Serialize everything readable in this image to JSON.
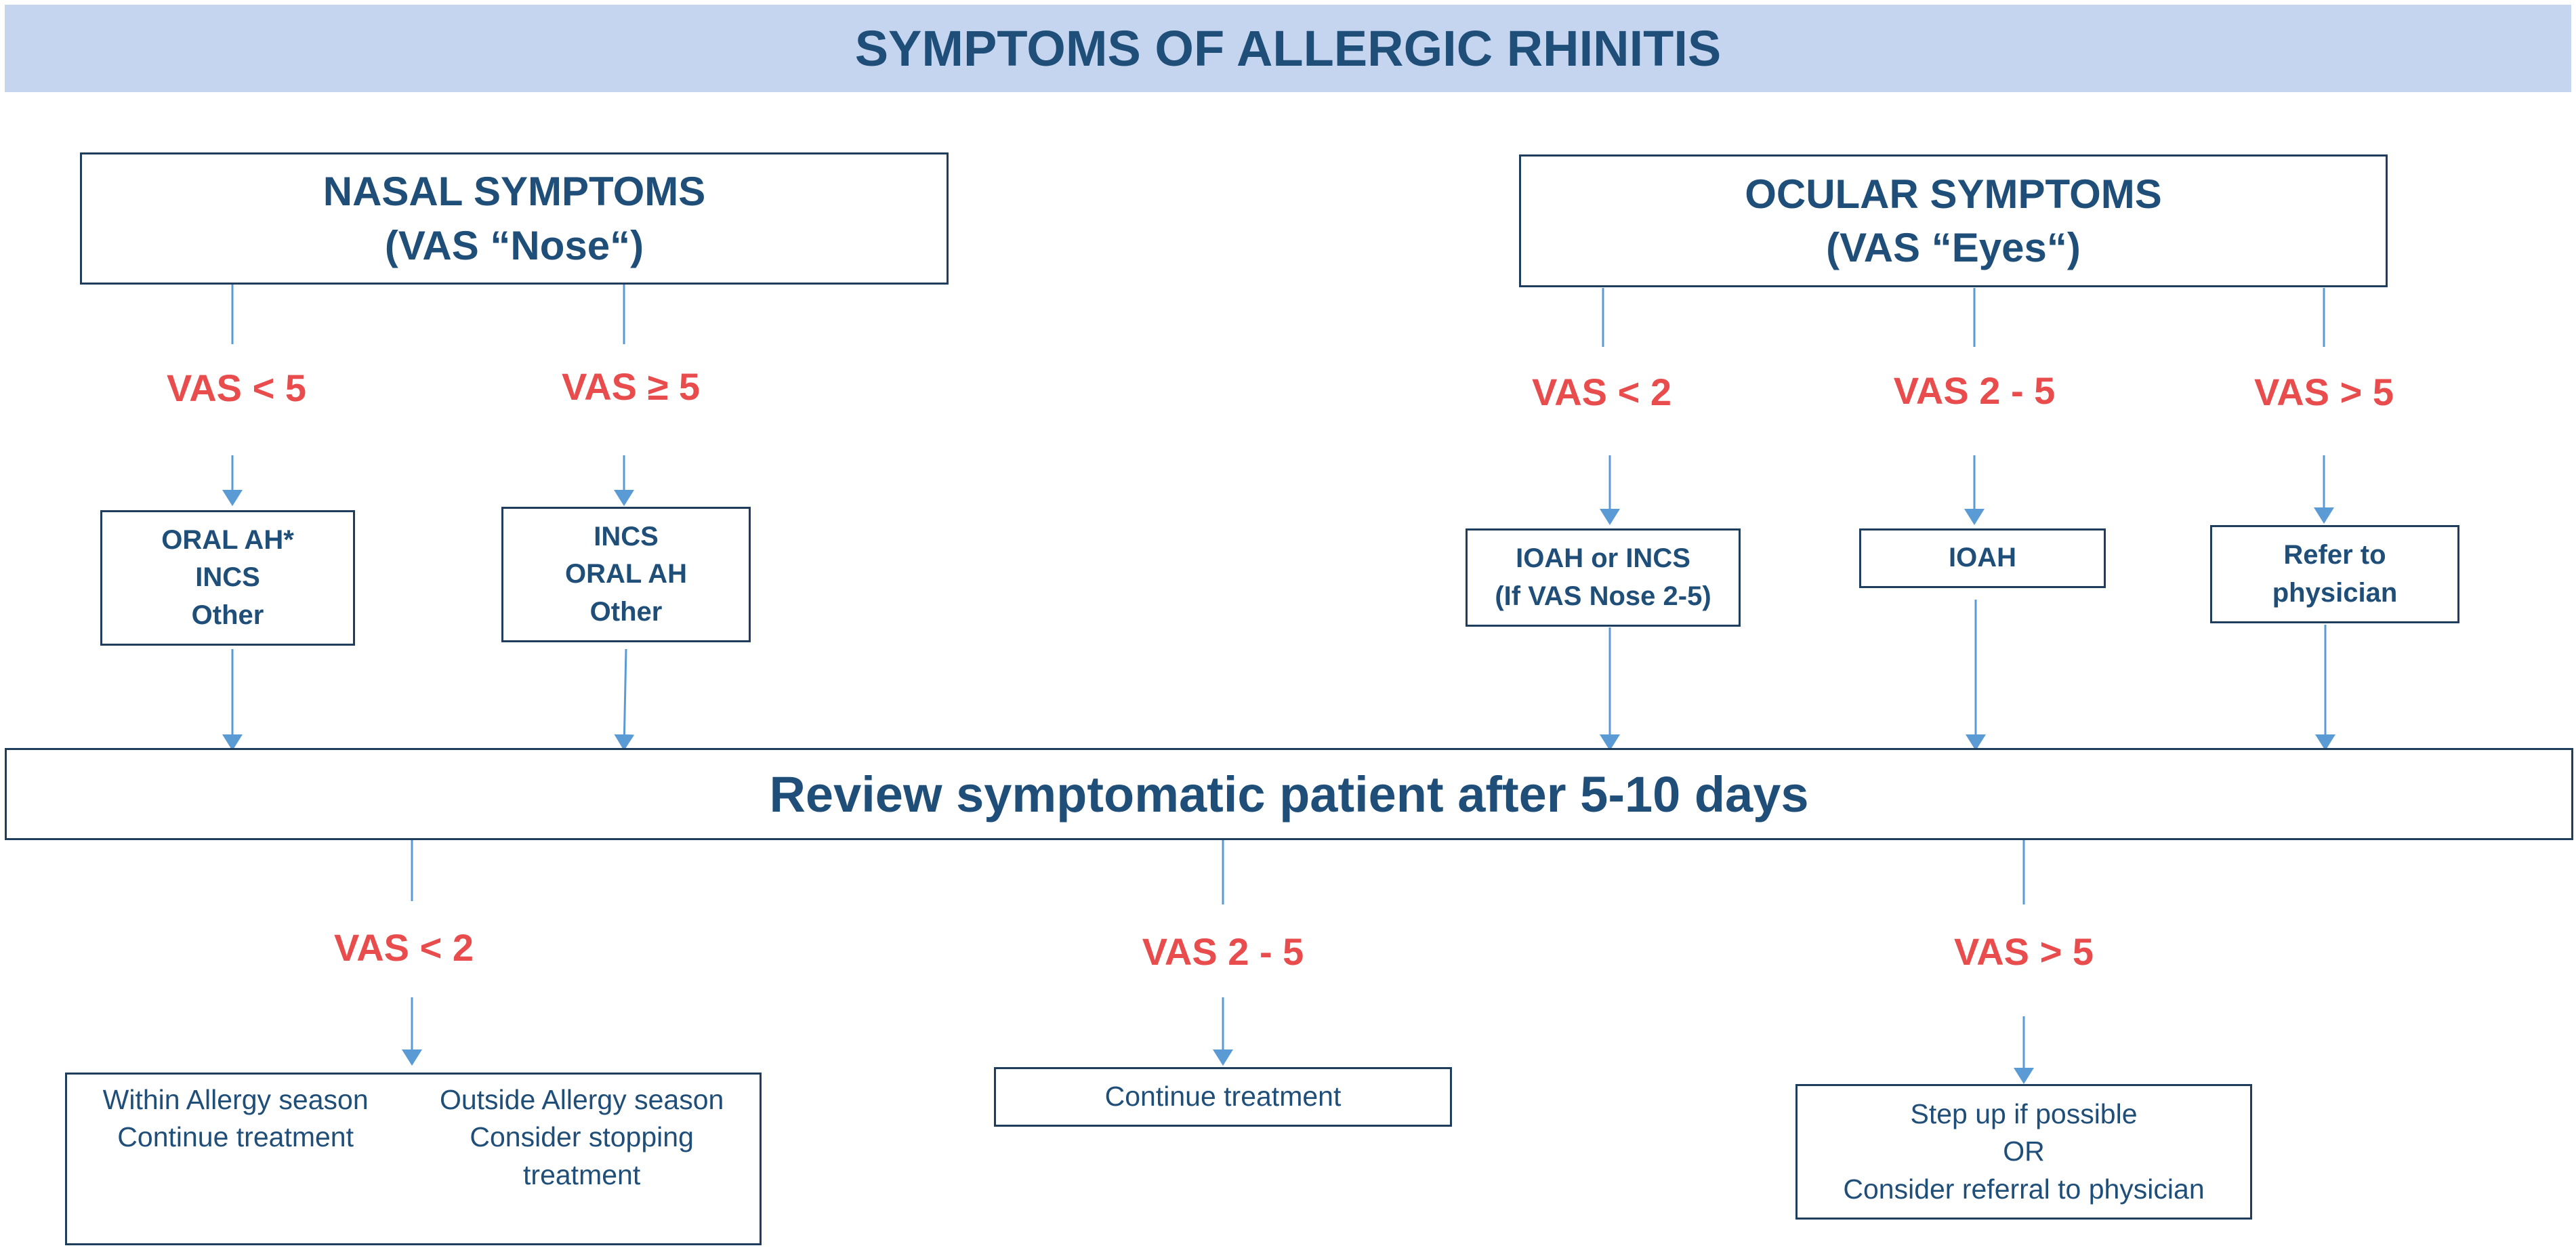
{
  "title": "SYMPTOMS OF ALLERGIC RHINITIS",
  "nasal": {
    "title_line1": "NASAL SYMPTOMS",
    "title_line2": "(VAS “Nose“)",
    "branches": [
      {
        "vas": "VAS < 5",
        "treatment": [
          "ORAL AH*",
          "INCS",
          "Other"
        ]
      },
      {
        "vas": "VAS ≥ 5",
        "treatment": [
          "INCS",
          "ORAL AH",
          "Other"
        ]
      }
    ]
  },
  "ocular": {
    "title_line1": "OCULAR SYMPTOMS",
    "title_line2": "(VAS “Eyes“)",
    "branches": [
      {
        "vas": "VAS < 2",
        "treatment": [
          "IOAH or INCS",
          "(If VAS Nose 2-5)"
        ]
      },
      {
        "vas": "VAS 2 - 5",
        "treatment": [
          "IOAH"
        ]
      },
      {
        "vas": "VAS > 5",
        "treatment": [
          "Refer to",
          "physician"
        ]
      }
    ]
  },
  "review": "Review symptomatic patient after 5-10 days",
  "outcomes": {
    "low": {
      "vas": "VAS < 2",
      "within": [
        "Within Allergy season",
        "Continue treatment"
      ],
      "outside": [
        "Outside Allergy season",
        "Consider stopping",
        "treatment"
      ]
    },
    "mid": {
      "vas": "VAS 2 - 5",
      "action": "Continue treatment"
    },
    "high": {
      "vas": "VAS > 5",
      "action": [
        "Step up if possible",
        "OR",
        "Consider referral to physician"
      ]
    }
  },
  "colors": {
    "banner": "#c5d5ef",
    "text": "#1f4e79",
    "vas": "#e84c4c",
    "arrow": "#5b9bd5",
    "border": "#1f3d5c"
  }
}
